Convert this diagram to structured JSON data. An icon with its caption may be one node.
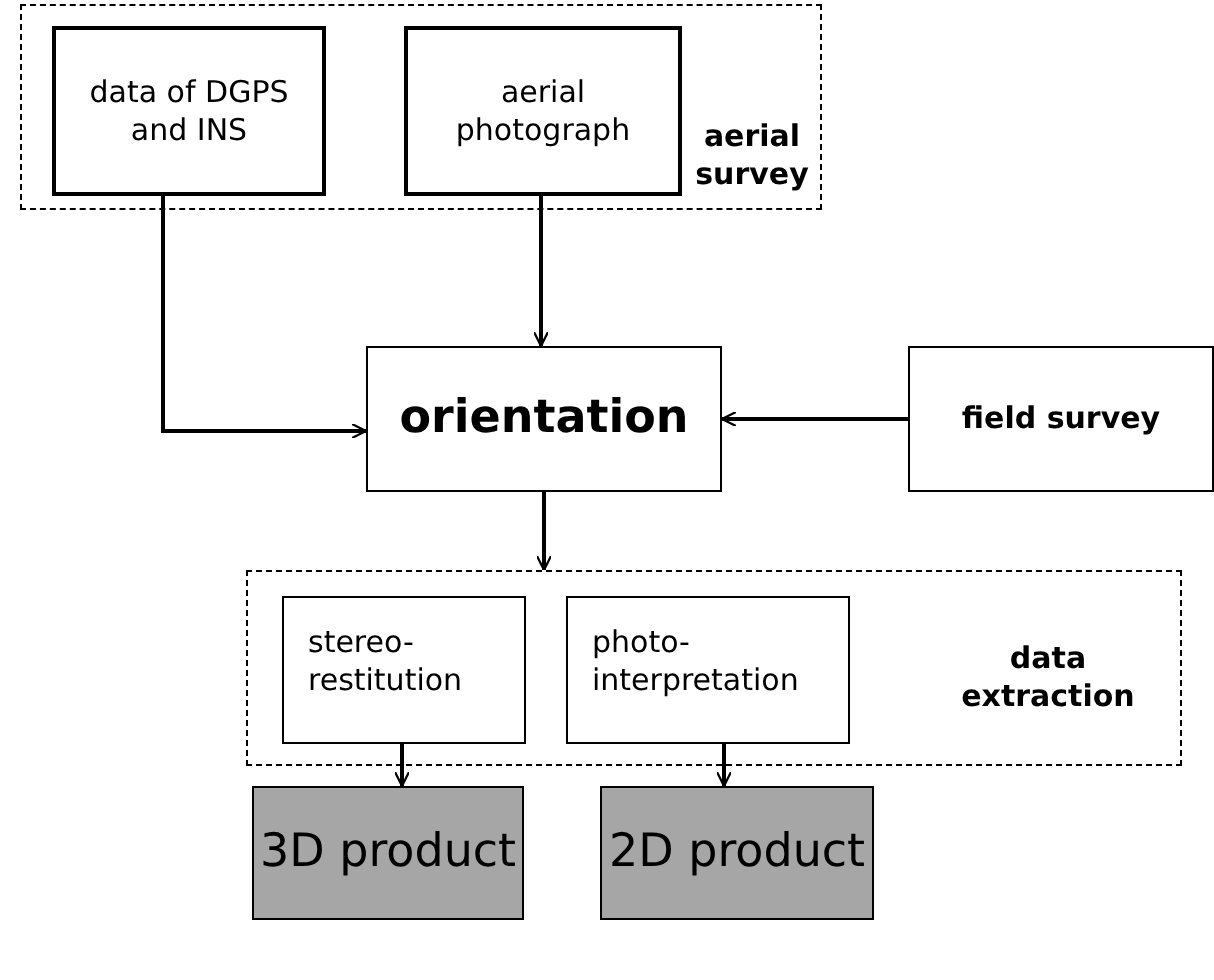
{
  "diagram": {
    "nodes": [
      {
        "text": [
          "aerial survey"
        ]
      },
      {
        "text": [
          "data of DGPS and INS"
        ],
        "in": 0
      },
      {
        "text": [
          "aerial photograph"
        ],
        "in": 0
      },
      {
        "text": [
          "orientation"
        ]
      },
      {
        "text": [
          "field survey"
        ]
      },
      {
        "text": [
          "data extraction"
        ]
      },
      {
        "text": [
          "stereo-restitution"
        ],
        "in": 5
      },
      {
        "text": [
          "photo-interpretation"
        ],
        "in": 5
      },
      {
        "text": [
          "3D product"
        ]
      },
      {
        "text": [
          "2D product"
        ]
      }
    ],
    "edges": [
      {
        "from": 1,
        "to": 3,
        "arrow": "to"
      },
      {
        "from": 2,
        "to": 3,
        "arrow": "to"
      },
      {
        "from": 4,
        "to": 3,
        "arrow": "to"
      },
      {
        "from": 3,
        "to": 5,
        "arrow": "to"
      },
      {
        "from": 6,
        "to": 8,
        "arrow": "to"
      },
      {
        "from": 7,
        "to": 9,
        "arrow": "to"
      }
    ]
  }
}
